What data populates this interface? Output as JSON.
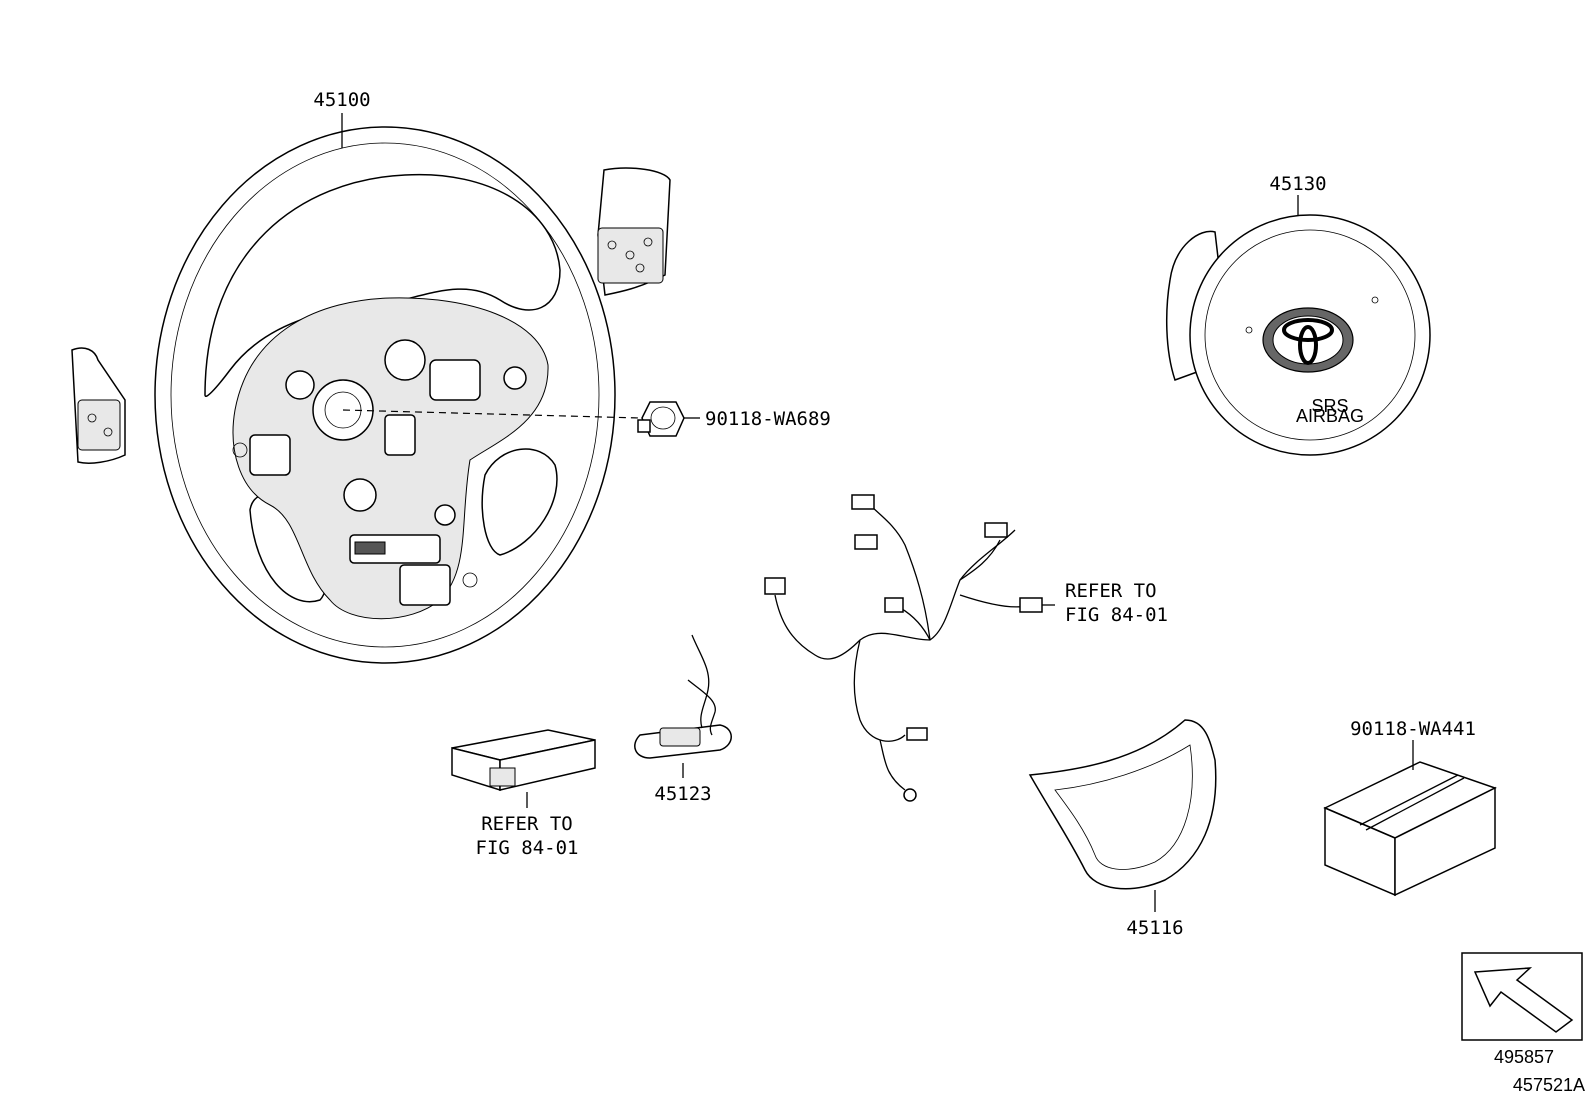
{
  "parts": {
    "steering_wheel": {
      "number": "45100"
    },
    "bolt": {
      "number": "90118-WA689"
    },
    "airbag": {
      "number": "45130",
      "airbag_text_1": "SRS",
      "airbag_text_2": "AIRBAG"
    },
    "spiral_cable": {
      "number": "45123"
    },
    "cover": {
      "number": "45116"
    },
    "kit": {
      "number": "90118-WA441"
    },
    "harness_ref": {
      "line1": "REFER TO",
      "line2": "FIG 84-01"
    },
    "module_ref": {
      "line1": "REFER TO",
      "line2": "FIG 84-01"
    }
  },
  "footer": {
    "direction_ref": "495857",
    "figure_id": "457521A"
  },
  "icons": [
    "front-direction-arrow-icon",
    "toyota-logo-icon"
  ]
}
